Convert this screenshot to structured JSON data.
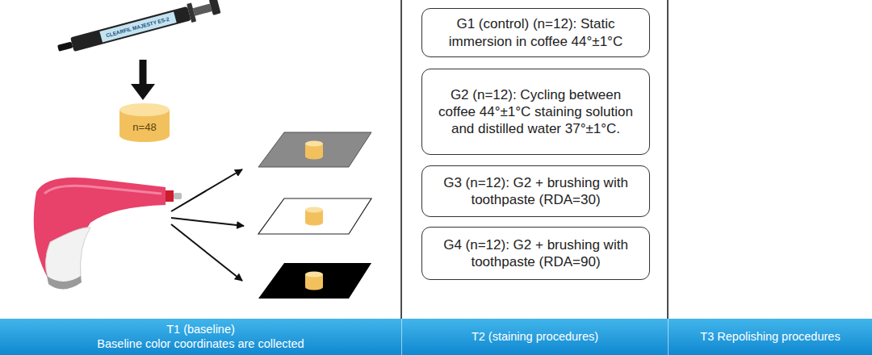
{
  "diagram": {
    "nodes": [
      {
        "text": [
          "n=48"
        ]
      },
      {
        "text": [
          "G1 (control) (n=12): Static immersion in coffee 44°±1°C"
        ]
      },
      {
        "text": [
          "G2 (n=12): Cycling between coffee 44°±1°C staining solution and distilled water 37°±1°C."
        ]
      },
      {
        "text": [
          "G3 (n=12): G2 + brushing with toothpaste (RDA=30)"
        ]
      },
      {
        "text": [
          "G4 (n=12): G2 + brushing with toothpaste (RDA=90)"
        ]
      },
      {
        "text": [
          "T1 (baseline)",
          "Baseline color coordinates are collected"
        ]
      },
      {
        "text": [
          "T2 (staining procedures)"
        ]
      },
      {
        "text": [
          "T3 Repolishing procedures"
        ]
      }
    ],
    "labels": [
      "CLEARFIL MAJESTY ES-2"
    ]
  }
}
